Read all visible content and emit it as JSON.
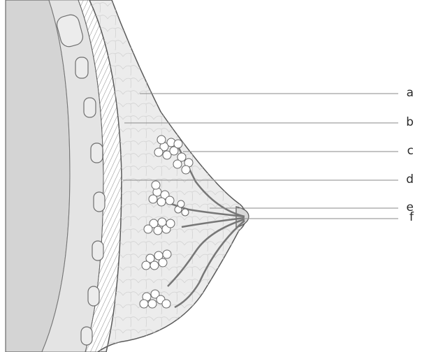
{
  "labels": [
    "a",
    "b",
    "c",
    "d",
    "e",
    "f"
  ],
  "colors": {
    "chest_wall": "#d4d4d4",
    "muscle": "#a9a9a9",
    "fat": "#e8e8e8",
    "outline": "#5a5a5a",
    "lobule": "#ffffff",
    "leader_line": "#8a8a8a"
  }
}
